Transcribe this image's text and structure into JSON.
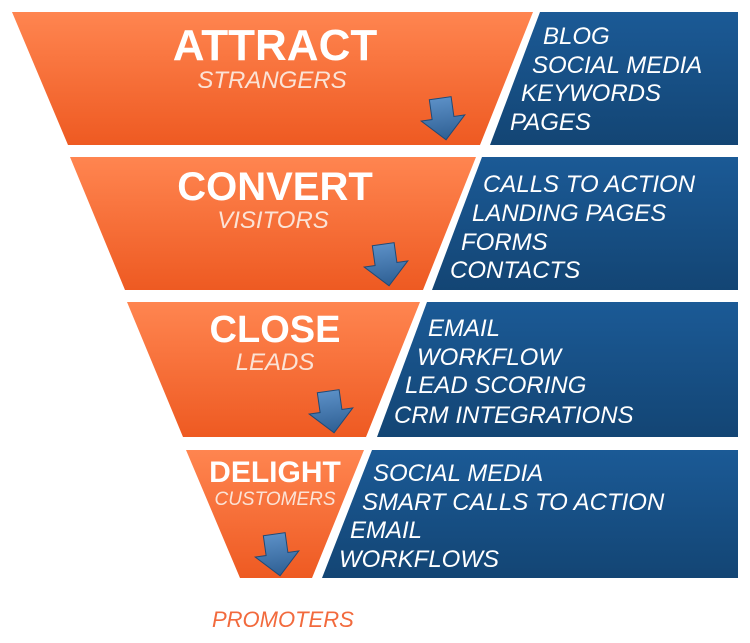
{
  "colors": {
    "orange_light": "#ff7a45",
    "orange_dark": "#e8501c",
    "blue": "#174f86",
    "blue_dark": "#0f3d6c",
    "arrow": "#3d74ad",
    "promoters": "#f26a3d"
  },
  "stages": [
    {
      "title": "ATTRACT",
      "subtitle": "STRANGERS",
      "items": [
        "BLOG",
        "SOCIAL MEDIA",
        "KEYWORDS",
        "PAGES"
      ]
    },
    {
      "title": "CONVERT",
      "subtitle": "VISITORS",
      "items": [
        "CALLS TO ACTION",
        "LANDING PAGES",
        "FORMS",
        "CONTACTS"
      ]
    },
    {
      "title": "CLOSE",
      "subtitle": "LEADS",
      "items": [
        "EMAIL",
        "WORKFLOW",
        "LEAD SCORING",
        "CRM INTEGRATIONS"
      ]
    },
    {
      "title": "DELIGHT",
      "subtitle": "CUSTOMERS",
      "items": [
        "SOCIAL MEDIA",
        "SMART CALLS TO ACTION",
        "EMAIL",
        "WORKFLOWS"
      ]
    }
  ],
  "final_label": "PROMOTERS"
}
